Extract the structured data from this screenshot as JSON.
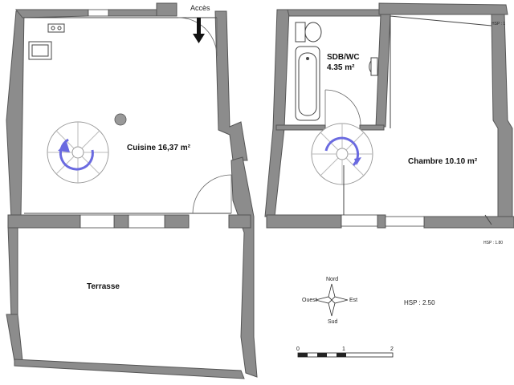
{
  "rooms": {
    "kitchen": "Cuisine 16,37 m²",
    "terrace": "Terrasse",
    "bathroom_name": "SDB/WC",
    "bathroom_area": "4.35 m²",
    "bedroom": "Chambre 10.10 m²"
  },
  "access_label": "Accès",
  "compass": {
    "north": "Nord",
    "south": "Sud",
    "east": "Est",
    "west": "Ouest"
  },
  "ceiling_heights": {
    "main": "HSP : 2.50",
    "bedroom_low": "HSP : 1.80",
    "bedroom_high": "HSP : 1"
  },
  "scale_bar": {
    "ticks": [
      "0",
      "1",
      "2"
    ]
  },
  "colors": {
    "wall": "#8c8c8c",
    "stair_arrow": "#6a6ae0"
  }
}
